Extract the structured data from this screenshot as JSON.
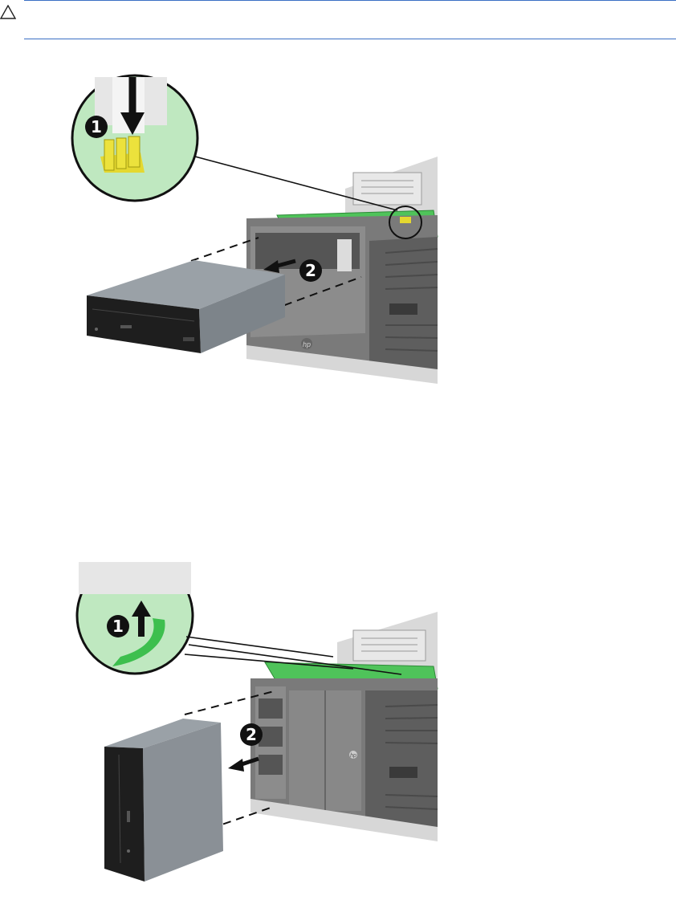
{
  "caution": {
    "icon": "warning-triangle-icon"
  },
  "figure1": {
    "step1_label": "1",
    "step2_label": "2",
    "logo": "hp"
  },
  "figure2": {
    "step1_label": "1",
    "step2_label": "2",
    "logo": "hp"
  },
  "colors": {
    "rule": "#3a6fc4",
    "latch_yellow": "#e8e03a",
    "latch_green": "#3dbf4e",
    "chassis": "#6e6e6e",
    "drive_body": "#8a9096",
    "drive_front": "#1e1e1e"
  }
}
